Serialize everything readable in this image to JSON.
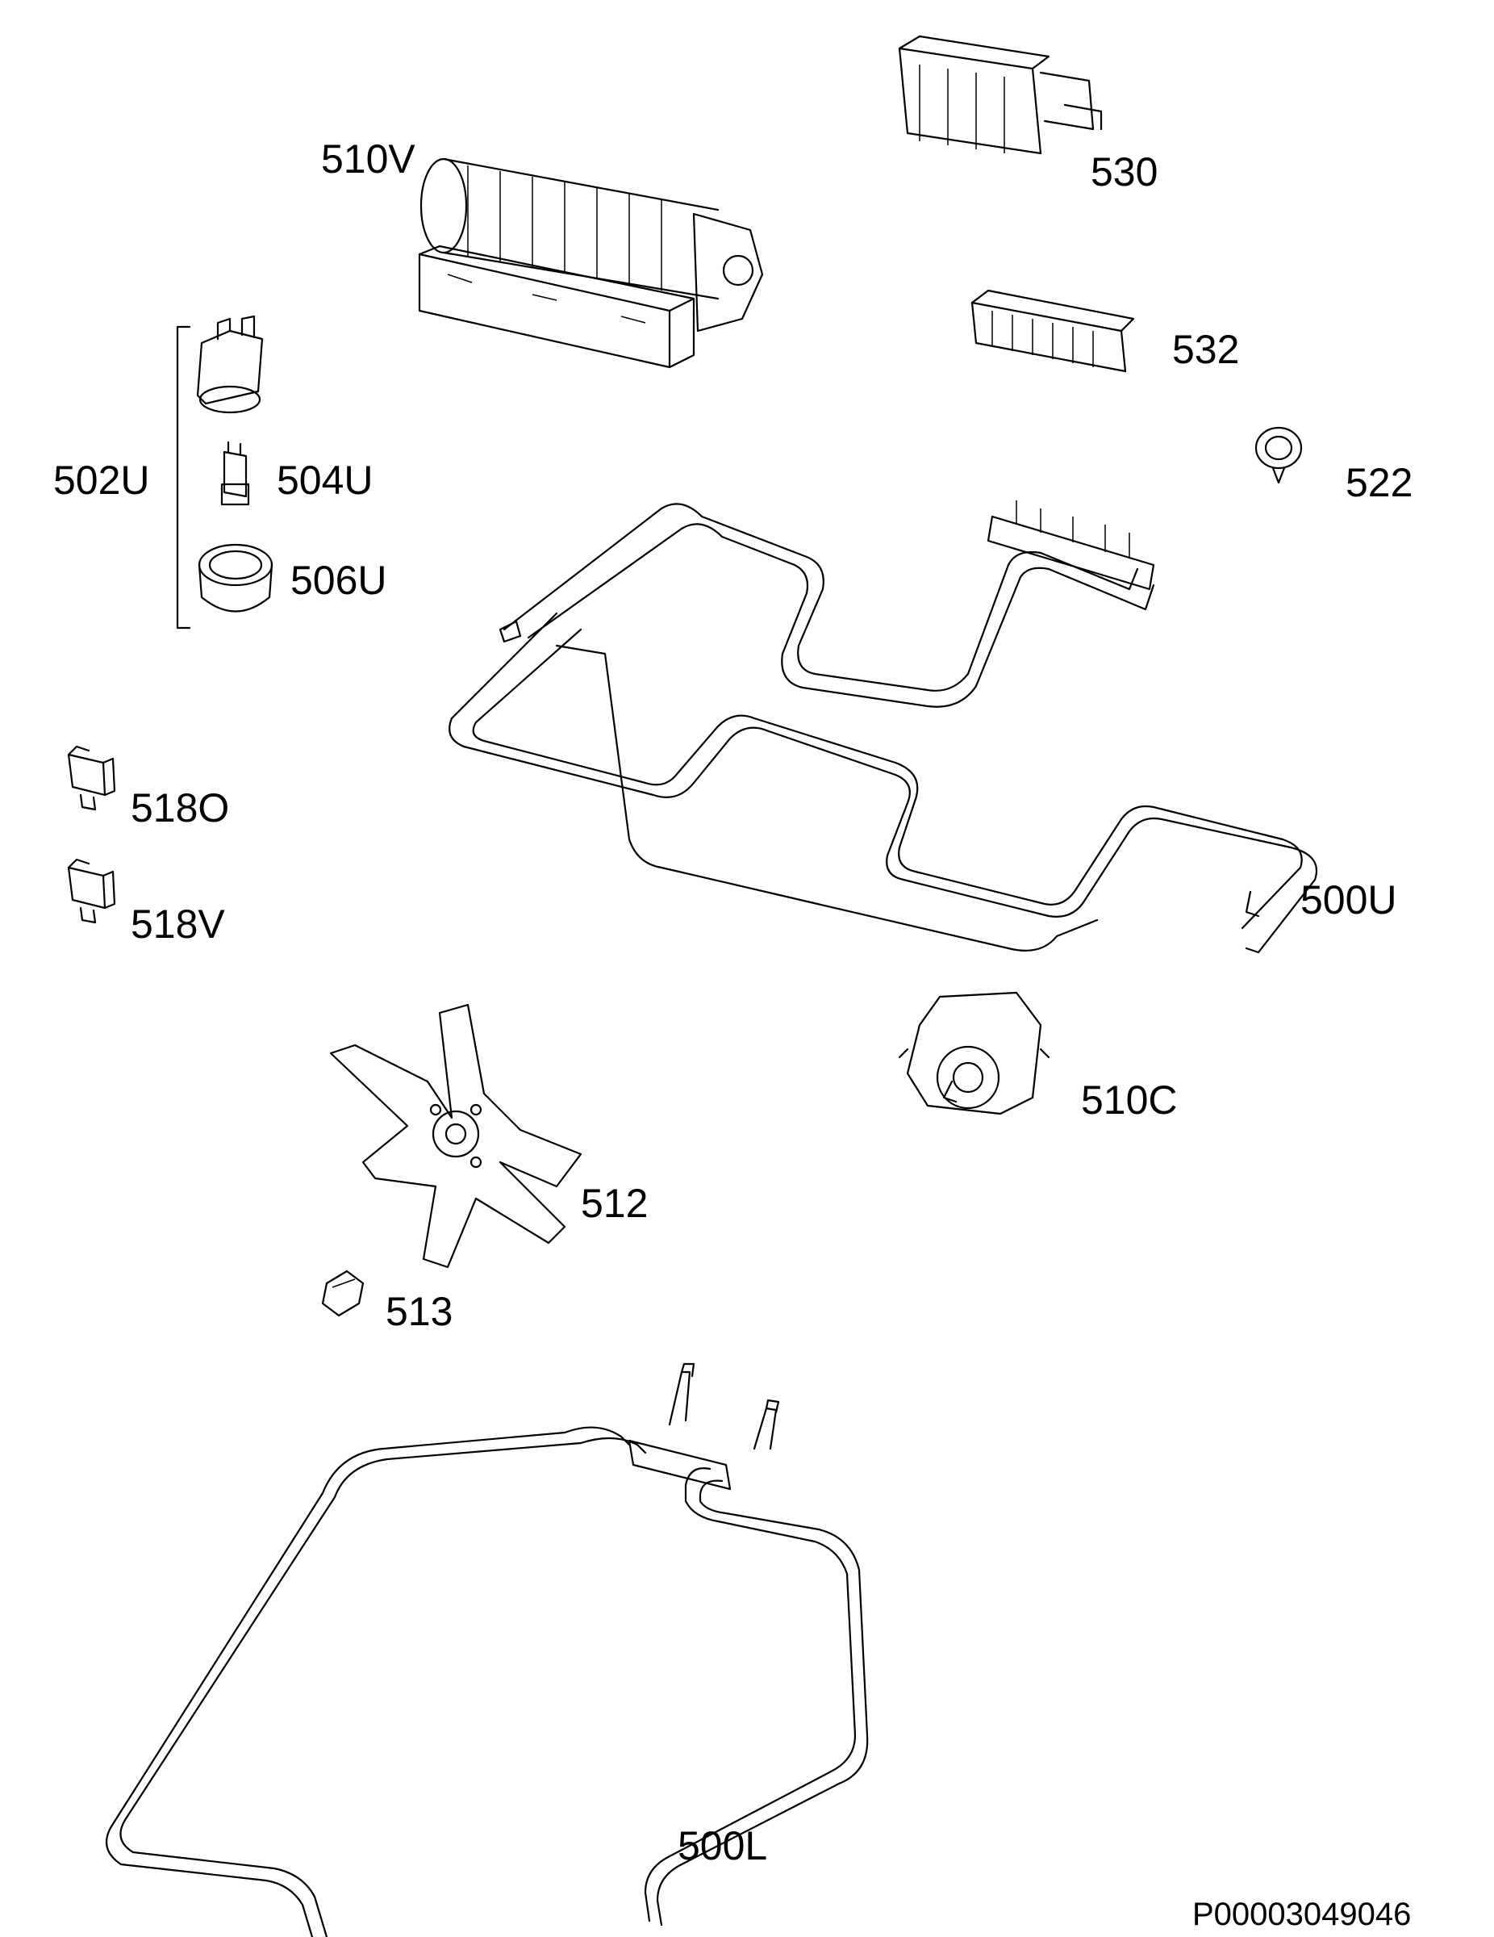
{
  "labels": {
    "p510V": "510V",
    "p530": "530",
    "p532": "532",
    "p522": "522",
    "p502U": "502U",
    "p504U": "504U",
    "p506U": "506U",
    "p518O": "518O",
    "p518V": "518V",
    "p500U": "500U",
    "p510C": "510C",
    "p512": "512",
    "p513": "513",
    "p500L": "500L"
  },
  "reference": "P00003049046"
}
